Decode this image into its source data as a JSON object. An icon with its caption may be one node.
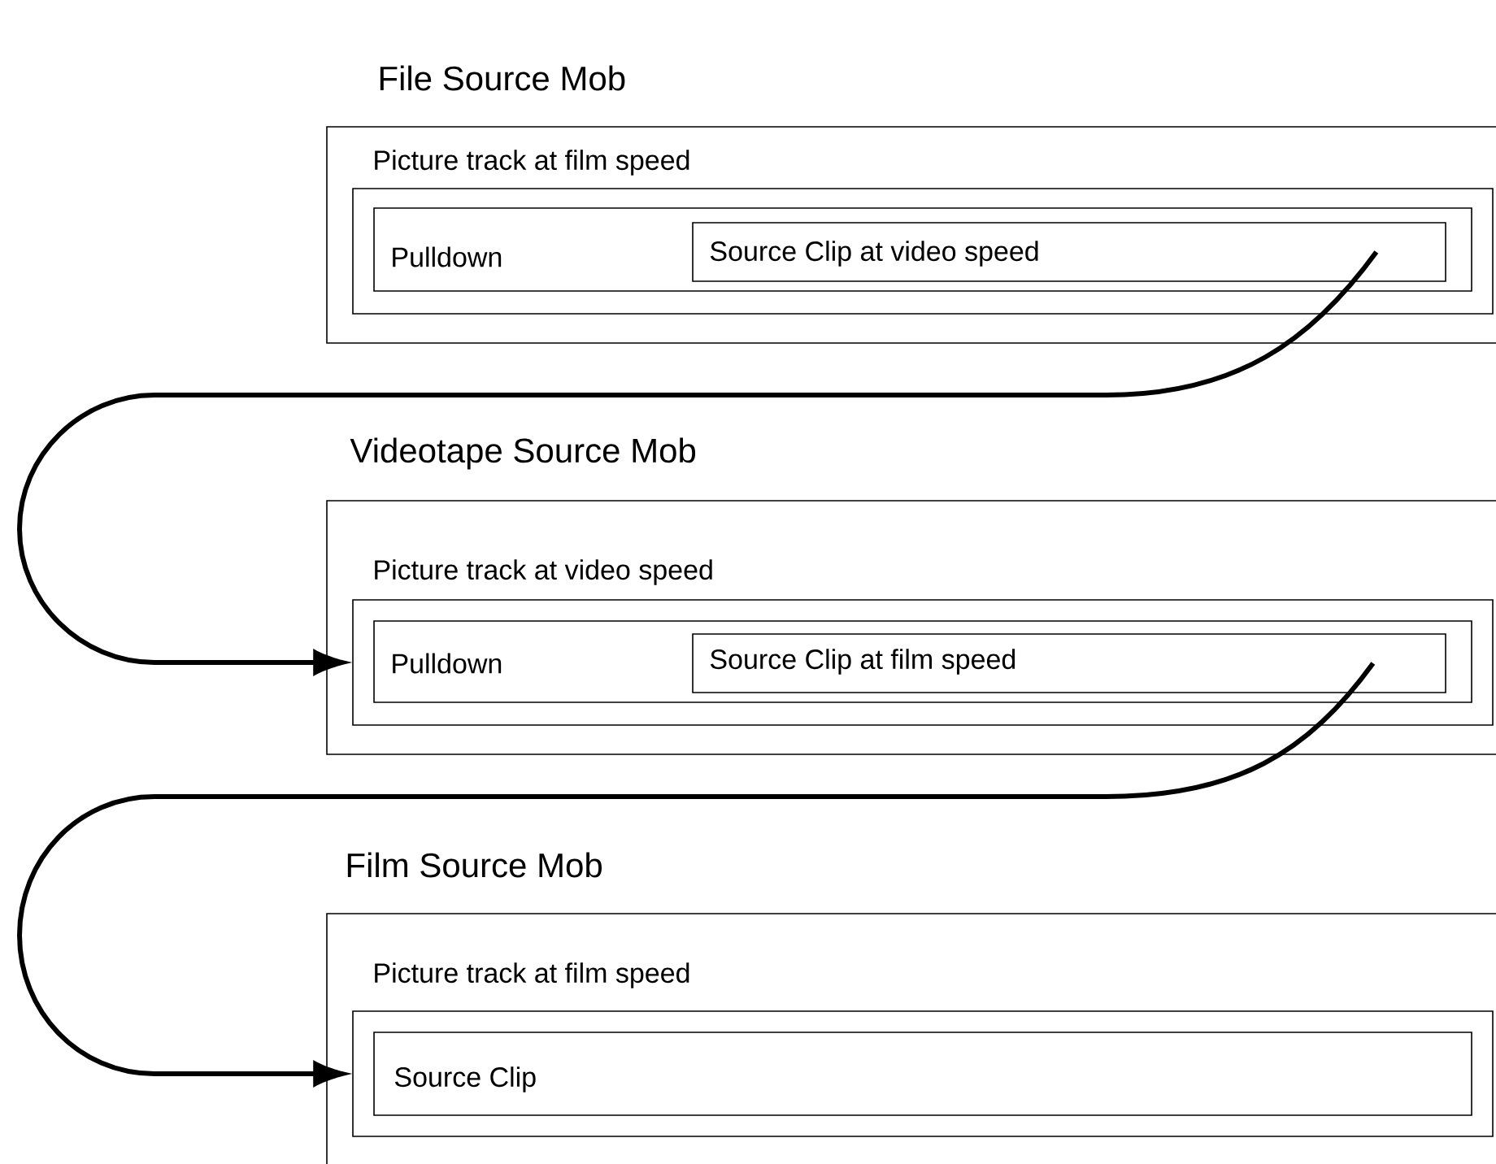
{
  "diagram": {
    "nodes": [
      {
        "text": [
          "File Source Mob"
        ]
      },
      {
        "text": [
          "Picture track at film speed"
        ],
        "in": 0
      },
      {
        "text": [
          "Pulldown"
        ],
        "in": 1
      },
      {
        "text": [
          "Source Clip at video speed"
        ],
        "in": 2
      },
      {
        "text": [
          "Videotape Source Mob"
        ]
      },
      {
        "text": [
          "Picture track at video speed"
        ],
        "in": 4
      },
      {
        "text": [
          "Pulldown"
        ],
        "in": 5
      },
      {
        "text": [
          "Source Clip at film speed"
        ],
        "in": 6
      },
      {
        "text": [
          "Film Source Mob"
        ]
      },
      {
        "text": [
          "Picture track at film speed"
        ],
        "in": 8
      },
      {
        "text": [
          "Source Clip"
        ],
        "in": 9
      }
    ],
    "edges": [
      {
        "from": 3,
        "to": 5,
        "arrow": "to"
      },
      {
        "from": 7,
        "to": 9,
        "arrow": "to"
      }
    ]
  }
}
